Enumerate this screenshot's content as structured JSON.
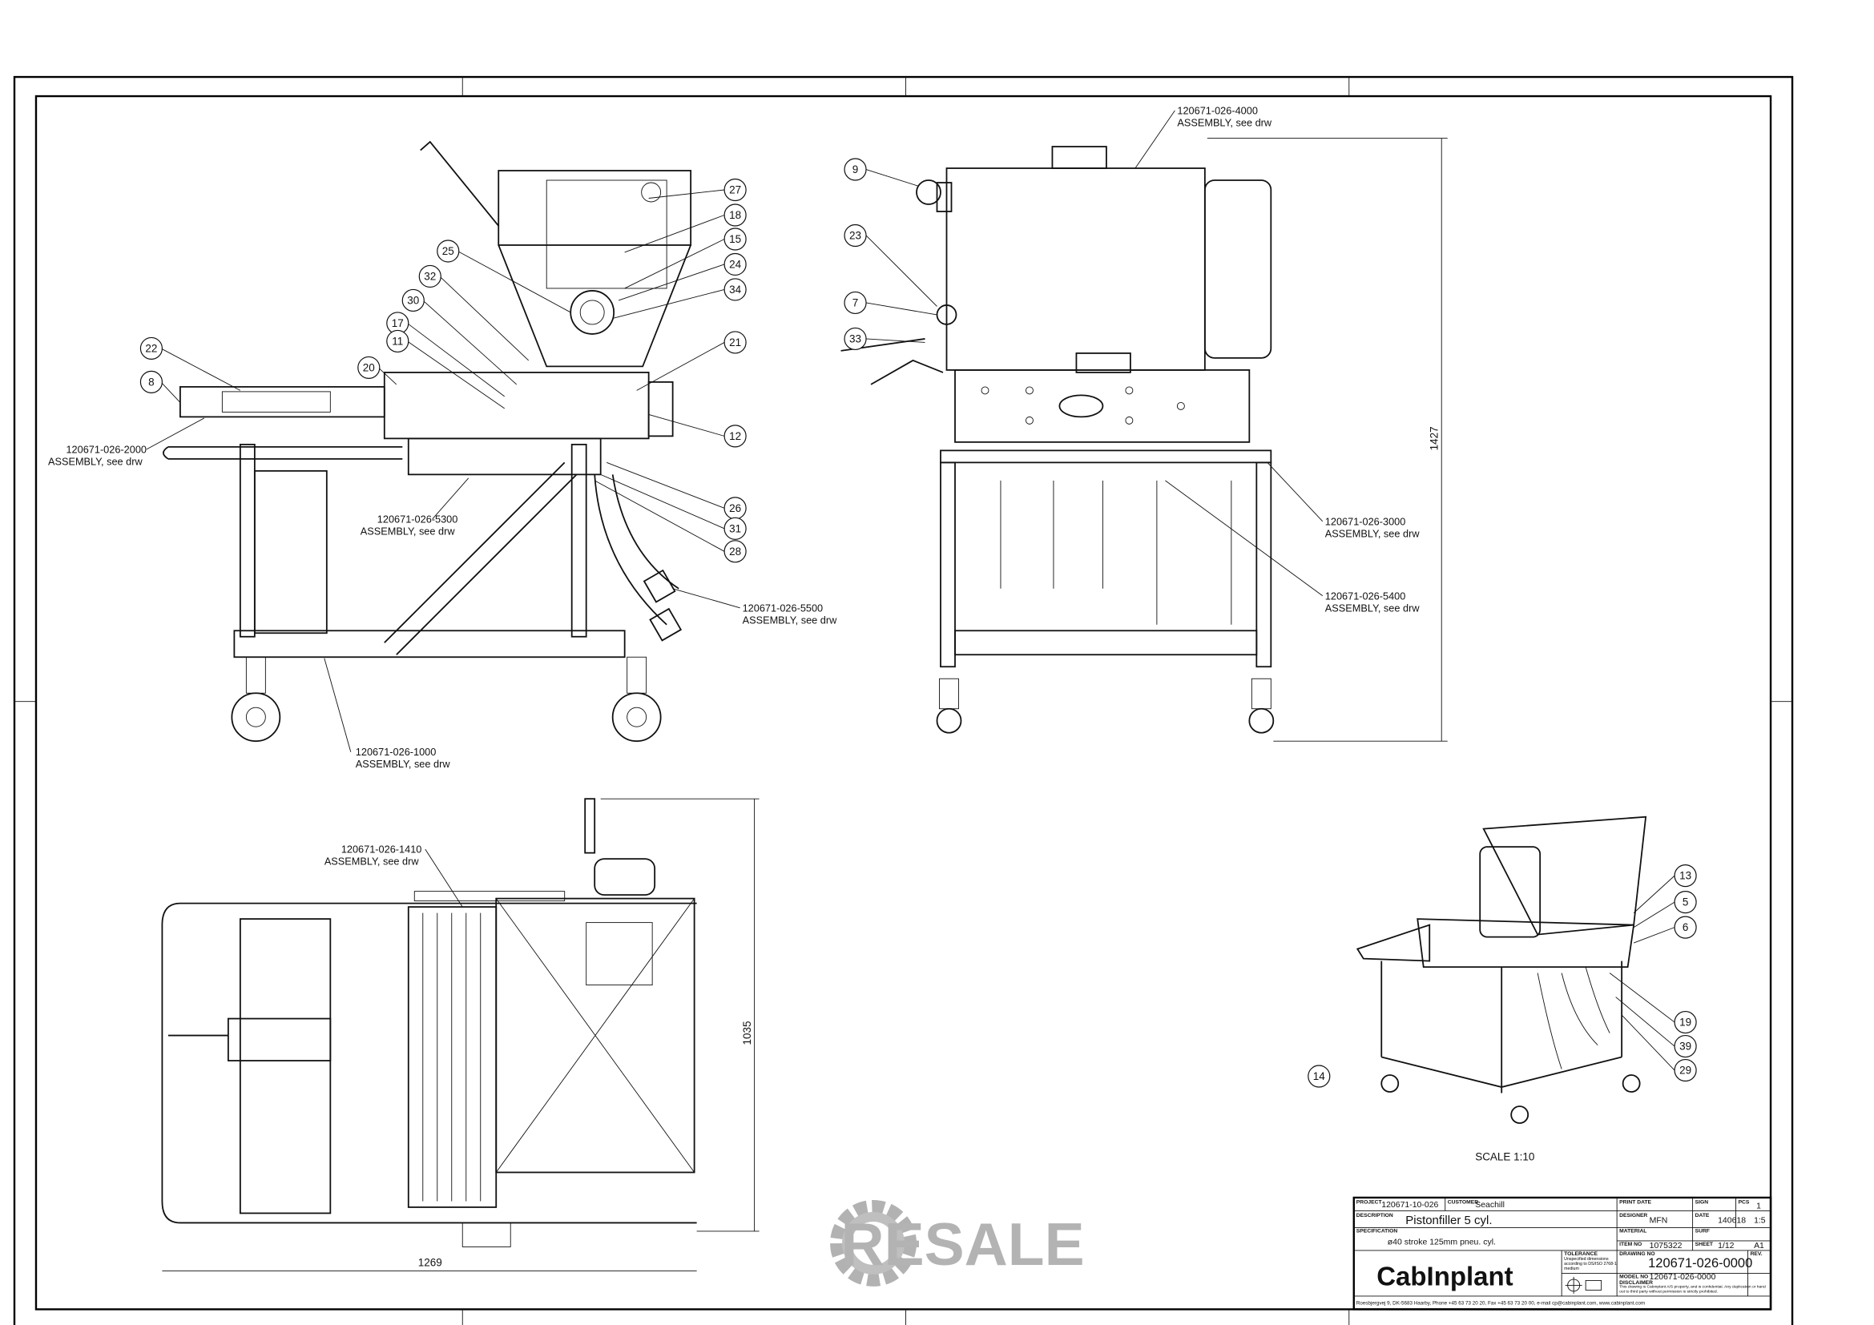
{
  "callouts": {
    "front": [
      "27",
      "18",
      "15",
      "24",
      "34",
      "25",
      "32",
      "30",
      "17",
      "11",
      "20",
      "22",
      "8",
      "21",
      "12",
      "26",
      "31",
      "28"
    ],
    "side": [
      "9",
      "23",
      "7",
      "33"
    ],
    "iso": [
      "13",
      "5",
      "6",
      "19",
      "39",
      "29",
      "14"
    ]
  },
  "assemblies": [
    {
      "code": "120671-026-2000",
      "note": "ASSEMBLY, see drw"
    },
    {
      "code": "120671-026-5300",
      "note": "ASSEMBLY, see drw"
    },
    {
      "code": "120671-026-5500",
      "note": "ASSEMBLY, see drw"
    },
    {
      "code": "120671-026-1000",
      "note": "ASSEMBLY, see drw"
    },
    {
      "code": "120671-026-4000",
      "note": "ASSEMBLY, see drw"
    },
    {
      "code": "120671-026-3000",
      "note": "ASSEMBLY, see drw"
    },
    {
      "code": "120671-026-5400",
      "note": "ASSEMBLY, see drw"
    },
    {
      "code": "120671-026-1410",
      "note": "ASSEMBLY, see drw"
    }
  ],
  "dimensions": {
    "side_height": "1427",
    "top_depth": "1035",
    "top_width": "1269"
  },
  "iso_scale": "SCALE  1:10",
  "watermark": "RESALE",
  "title_block": {
    "project_label": "PROJECT",
    "project": "120671-10-026",
    "customer_label": "CUSTOMER",
    "customer": "Seachill",
    "description_label": "DESCRIPTION",
    "description": "Pistonfiller 5 cyl.",
    "specification_label": "SPECIFICATION",
    "specification": "ø40 stroke 125mm pneu. cyl.",
    "print_date_label": "PRINT DATE",
    "sign_label": "SIGN",
    "pcs_label": "PCS",
    "pcs": "1",
    "designer_label": "DESIGNER",
    "designer": "MFN",
    "date_label": "DATE",
    "date": "140618",
    "scale": "1:5",
    "material_label": "MATERIAL",
    "surf_label": "SURF",
    "item_no_label": "ITEM NO",
    "item_no": "1075322",
    "sheet_label": "SHEET",
    "sheet": "1/12",
    "format": "A1",
    "tolerance_label": "TOLERANCE",
    "tolerance": "Unspecified dimensions according to DS/ISO 2768-1 medium",
    "drawing_no_label": "DRAWING NO",
    "drawing_no": "120671-026-0000",
    "rev_label": "REV.",
    "model_no_label": "MODEL NO",
    "model_no": "120671-026-0000",
    "disclaimer_label": "DISCLAIMER",
    "disclaimer": "This drawing is Cabinplant A/S property, and is confidential. Any duplication or hand out to third party without permission is strictly prohibited.",
    "logo": "CabInplant",
    "address": "Roesbjergvej 9, DK-5683 Haarby, Phone +45 63 73 20 20, Fax +45 63 73 20 00,     e-mail cp@cabinplant.com, www.cabinplant.com"
  }
}
